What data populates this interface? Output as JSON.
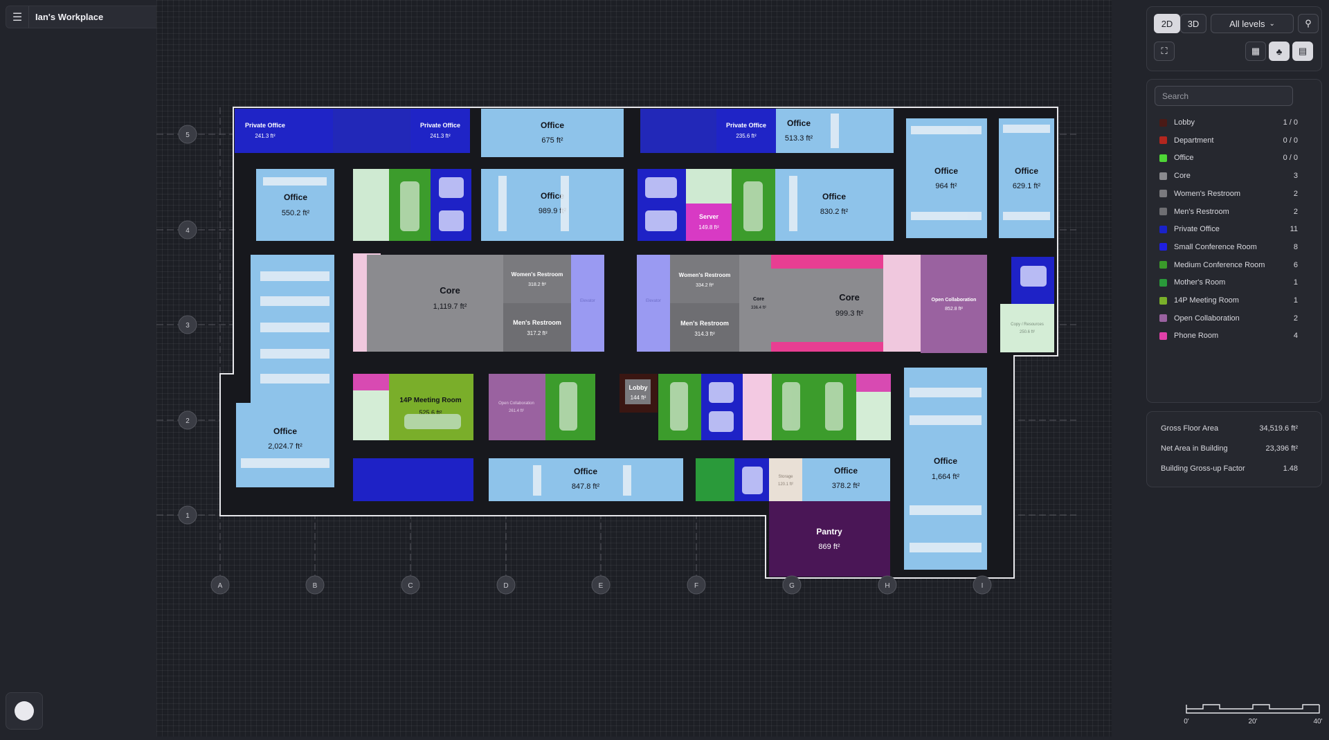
{
  "workspace": {
    "title": "Ian's Workplace"
  },
  "view_controls": {
    "mode_2d": "2D",
    "mode_3d": "3D",
    "levels": "All levels"
  },
  "search": {
    "placeholder": "Search"
  },
  "legend": [
    {
      "name": "Lobby",
      "count": "1 / 0",
      "color": "#4a1a16"
    },
    {
      "name": "Department",
      "count": "0 / 0",
      "color": "#b3261e"
    },
    {
      "name": "Office",
      "count": "0 / 0",
      "color": "#4ed636"
    },
    {
      "name": "Core",
      "count": "3",
      "color": "#8a8a8e"
    },
    {
      "name": "Women's Restroom",
      "count": "2",
      "color": "#7a7a7e"
    },
    {
      "name": "Men's Restroom",
      "count": "2",
      "color": "#6e6e72"
    },
    {
      "name": "Private Office",
      "count": "11",
      "color": "#1a22c8"
    },
    {
      "name": "Small Conference Room",
      "count": "8",
      "color": "#1f1fe0"
    },
    {
      "name": "Medium Conference Room",
      "count": "6",
      "color": "#3a9a2a"
    },
    {
      "name": "Mother's Room",
      "count": "1",
      "color": "#2a9a3a"
    },
    {
      "name": "14P Meeting Room",
      "count": "1",
      "color": "#7ab02a"
    },
    {
      "name": "Open Collaboration",
      "count": "2",
      "color": "#9a62a0"
    },
    {
      "name": "Phone Room",
      "count": "4",
      "color": "#e040a8"
    }
  ],
  "stats": [
    {
      "label": "Gross Floor Area",
      "value": "34,519.6 ft²"
    },
    {
      "label": "Net Area in Building",
      "value": "23,396 ft²"
    },
    {
      "label": "Building Gross-up Factor",
      "value": "1.48"
    }
  ],
  "scale_labels": [
    "0'",
    "20'",
    "40'"
  ],
  "grid_columns": [
    "A",
    "B",
    "C",
    "D",
    "E",
    "F",
    "G",
    "H",
    "I"
  ],
  "grid_rows": [
    "5",
    "4",
    "3",
    "2",
    "1"
  ],
  "rooms": {
    "po1_name": "Private Office",
    "po1_area": "241.3 ft²",
    "po2_name": "Private Office",
    "po2_area": "241.3 ft²",
    "po3_name": "Private Office",
    "po3_area": "235.6 ft²",
    "off675_name": "Office",
    "off675_area": "675 ft²",
    "off513_name": "Office",
    "off513_area": "513.3 ft²",
    "off550_name": "Office",
    "off550_area": "550.2 ft²",
    "off989_name": "Office",
    "off989_area": "989.9 ft²",
    "server_name": "Server",
    "server_area": "149.8 ft²",
    "off830_name": "Office",
    "off830_area": "830.2 ft²",
    "off964_name": "Office",
    "off964_area": "964 ft²",
    "off629_name": "Office",
    "off629_area": "629.1 ft²",
    "core1_name": "Core",
    "core1_area": "1,119.7 ft²",
    "wr1_name": "Women's Restroom",
    "wr1_area": "318.2 ft²",
    "mr1_name": "Men's Restroom",
    "mr1_area": "317.2 ft²",
    "wr2_name": "Women's Restroom",
    "wr2_area": "334.2 ft²",
    "mr2_name": "Men's Restroom",
    "mr2_area": "314.3 ft²",
    "core2_name": "Core",
    "core2_area": "336.4 ft²",
    "core3_name": "Core",
    "core3_area": "999.3 ft²",
    "oc1_name": "Open Collaboration",
    "oc1_area": "852.8 ft²",
    "copy_name": "Copy / Resources",
    "copy_area": "250.6 ft²",
    "meet14_name": "14P Meeting Room",
    "meet14_area": "525.6 ft²",
    "oc2_name": "Open Collaboration",
    "oc2_area": "261.4 ft²",
    "lobby_name": "Lobby",
    "lobby_area": "144 ft²",
    "off2024_name": "Office",
    "off2024_area": "2,024.7 ft²",
    "off847_name": "Office",
    "off847_area": "847.8 ft²",
    "storage_name": "Storage",
    "storage_area": "120.1 ft²",
    "off378_name": "Office",
    "off378_area": "378.2 ft²",
    "off1664_name": "Office",
    "off1664_area": "1,664 ft²",
    "pantry_name": "Pantry",
    "pantry_area": "869 ft²",
    "elev1_name": "Elevator",
    "elev2_name": "Elevator"
  }
}
